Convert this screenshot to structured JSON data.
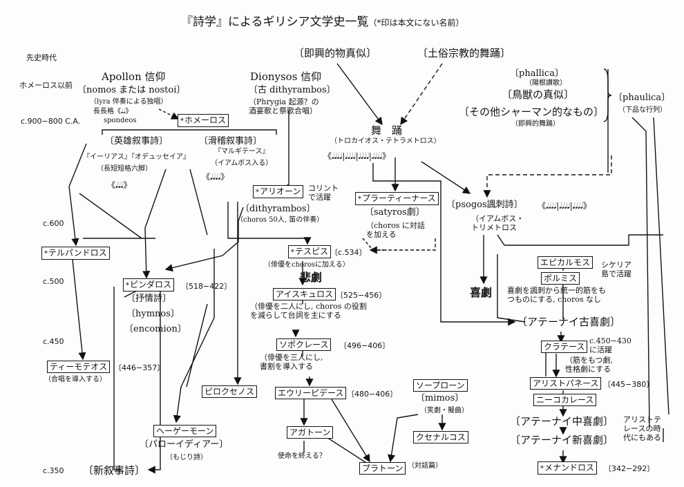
{
  "title": "『詩学』によるギリシア文学史一覧",
  "title_note": "（*印は本文にない名前）",
  "era_labels": {
    "prehistory": "先史時代",
    "pre_homer": "ホメーロス以前",
    "c900": "c.900−800 C.A.",
    "c600": "c.600",
    "c500": "c.500",
    "c450": "c.450",
    "c350": "c.350"
  },
  "star_mark": "*",
  "top": {
    "improv": "〔即興的物真似〕",
    "folk": "〔土俗宗教的舞踊〕",
    "apollon": "Apollon 信仰",
    "nomos": "〔nomos または nostoi〕",
    "lyra": "（lyra 伴奏による独唱）",
    "choka": "長長格《𝅘𝅥𝅘𝅥》",
    "spondeos": "spondeos",
    "dionysos": "Dionysos 信仰",
    "old_dith": "〔古 dithyrambos〕",
    "phrygia": "（Phrygia 起源？の\n酒宴歌と祭歌合唱）",
    "phallica": "〔phallica〕",
    "phallica_note": "（陽根讃歌）",
    "animal": "〔鳥獣の真似〕",
    "shaman": "〔その他シャーマン的なもの〕",
    "shaman_note": "（即興的舞踊）",
    "phaulica": "〔phaulica〕",
    "phaulica_note": "（下品な行列）"
  },
  "epic": {
    "homer": "ホメーロス",
    "hero": "〔英雄叙事詩〕",
    "iliad": "『イーリアス』『オデュッセイア』",
    "meter": "（長短短格六脚）",
    "meter_sym": "《𝅘𝅥𝅘𝅥𝅘𝅥》",
    "comic": "〔滑稽叙事詩〕",
    "margites": "『マルギテース』",
    "iambos": "（イアムボス入る）",
    "comic_sym": "《𝅘𝅥𝅘𝅥𝅘𝅥𝅘𝅥》"
  },
  "dance": {
    "label": "舞　踊",
    "sub": "（トロカイオス・テトラメトロス）",
    "sym": "《𝅘𝅥𝅘𝅥𝅘𝅥𝅘𝅥|𝅘𝅥𝅘𝅥𝅘𝅥𝅘𝅥|𝅘𝅥𝅘𝅥𝅘𝅥𝅘𝅥|𝅘𝅥𝅘𝅥𝅘𝅥𝅘𝅥》"
  },
  "arion": "アリオーン",
  "arion_note": "コリント\nで活躍",
  "dith": "〔dithyrambos〕",
  "dith_note": "（choros 50人, 笛の伴奏）",
  "pratinas": "プラーティーナース",
  "satyros": "〔satyros劇〕",
  "satyros_note": "（choros に対話\nを加える",
  "psogos": "〔psogos諷刺詩〕",
  "psogos_sym": "《𝅘𝅥𝅘𝅥𝅘𝅥𝅘𝅥|𝅘𝅥𝅘𝅥𝅘𝅥𝅘𝅥|𝅘𝅥𝅘𝅥𝅘𝅥𝅘𝅥》",
  "psogos_note": "（イアムボス・\nトリメトロス",
  "terpandros": "テルパンドロス",
  "thespis": "テスピス",
  "thespis_dates": "〔c.534〕",
  "thespis_note": "（俳優をchorosに加える）",
  "tragedy": "悲劇",
  "pindar": "ピンダロス",
  "pindar_dates": "〔518−422〕",
  "lyric": "〔抒情詩〕",
  "hymnos": "〔hymnos〕",
  "encomion": "〔encomion〕",
  "aeschylus": "アイスキュロス",
  "aeschylus_dates": "〔525−456〕",
  "aeschylus_note": "（俳優を二人にし, choros の役割\nを減らして台詞を主にする",
  "sophocles": "ソポクレース",
  "sophocles_dates": "〔496−406〕",
  "sophocles_note": "（俳優を三人にし,\n書割を導入する",
  "euripides": "エウリーピデース",
  "euripides_dates": "〔480−406〕",
  "agathon": "アガトーン",
  "mission": "使命を終える？",
  "plato": "プラトーン",
  "plato_note": "（対話篇）",
  "sophron": "ソープローン",
  "mimos": "〔mimos〕",
  "mimos_note": "（笑劇・擬曲）",
  "xenarchos": "クセナルコス",
  "philoxenos": "ピロクセノス",
  "timotheos": "ティーモテオス",
  "timotheos_dates": "〔446−357〕",
  "timotheos_note": "（合唱を導入する）",
  "hegemon": "ヘーゲーモーン",
  "parody": "〔パローイディアー〕",
  "parody_note": "（もじり詩）",
  "new_epic": "〔新叙事詩〕",
  "epicharmos": "エピカルモス",
  "phormis": "ポルミス",
  "sicily_note": "シケリア\n島で活躍",
  "comedy": "喜劇",
  "comedy_note": "喜劇を諷刺から統一的筋をも\nつものにする, choros なし",
  "old_comedy": "〔アテーナイ古喜劇〕",
  "crates": "クラテース",
  "crates_note": "c.450−430\nに活躍",
  "crates_note2": "（筋をもつ劇,\n性格劇にする",
  "aristophanes": "アリストパネース",
  "aristophanes_dates": "〔445−380〕",
  "nicochares": "ニーコカレース",
  "middle_comedy": "〔アテーナイ中喜劇〕",
  "new_comedy": "〔アテーナイ新喜劇〕",
  "menandros": "メナンドロス",
  "menandros_dates": "〔342−292〕",
  "aristotle_note": "アリストテ\nレースの時\n代にもある"
}
